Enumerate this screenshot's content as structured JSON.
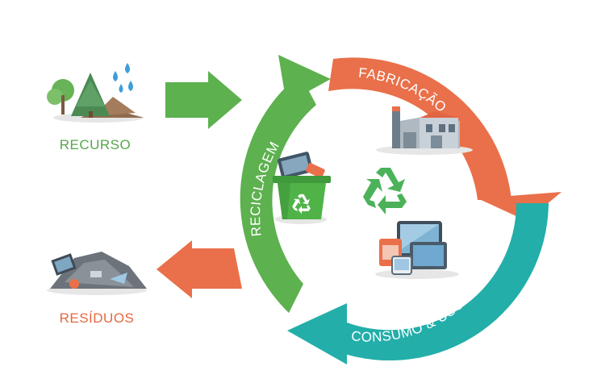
{
  "colors": {
    "green": "#5db14f",
    "orange": "#e9704a",
    "teal": "#23aeaa",
    "recycle_symbol": "#4cb25a",
    "bin_body": "#4fb348",
    "recurso_text": "#56a74b",
    "residuos_text": "#e5683f"
  },
  "stages": {
    "fabricacao": "FABRICAÇÃO",
    "consumo": "CONSUMO & USO",
    "reciclagem": "RECICLAGEM"
  },
  "sides": {
    "recurso": "RECURSO",
    "residuos": "RESÍDUOS"
  },
  "icons": {
    "center": "recycle-symbol-icon",
    "bin": "recycling-bin-icon",
    "factory": "factory-icon",
    "devices": "devices-icon",
    "resource": "tree-water-icon",
    "waste": "waste-pile-icon"
  }
}
